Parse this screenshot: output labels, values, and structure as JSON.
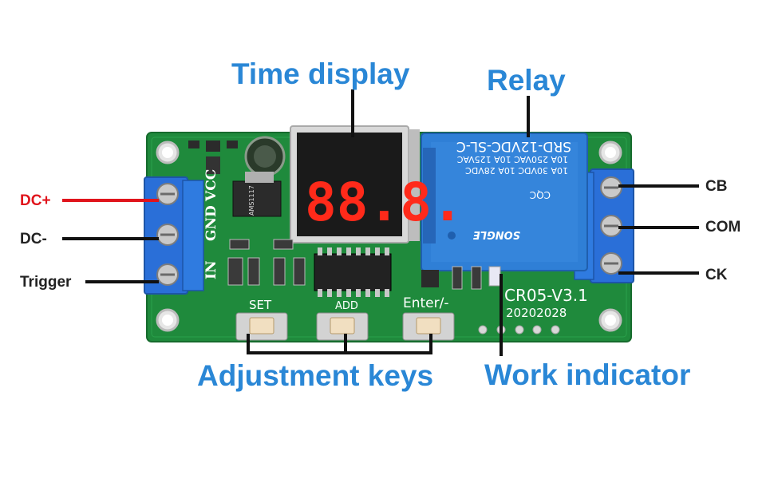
{
  "callouts": {
    "time_display": "Time display",
    "relay": "Relay",
    "adjustment_keys": "Adjustment keys",
    "work_indicator": "Work indicator"
  },
  "pins_left": {
    "dc_plus": "DC+",
    "dc_minus": "DC-",
    "trigger": "Trigger"
  },
  "pins_right": {
    "cb": "CB",
    "com": "COM",
    "ck": "CK"
  },
  "board": {
    "model": "CR05-V3.1",
    "date": "20202028",
    "vcc": "VCC",
    "gnd": "GND",
    "in": "IN",
    "set_key": "SET",
    "add_key": "ADD",
    "enter_key": "Enter/-",
    "display_digits": "88.8.",
    "relay_model": "SRD-12VDC-SL-C",
    "relay_rating_1": "10A 250VAC  10A 125VAC",
    "relay_rating_2": "10A 30VDC  10A 28VDC",
    "relay_brand": "SONGLE",
    "cqc": "CQC",
    "regulator": "AMS1117"
  },
  "colors": {
    "callout_blue": "#2a87d6",
    "pcb_green": "#1f8a3c",
    "relay_blue": "#2f7fd6",
    "terminal_blue": "#2a6fd8",
    "wire_red": "#e0141c",
    "wire_black": "#111111",
    "display_red": "#ff2a1a"
  }
}
